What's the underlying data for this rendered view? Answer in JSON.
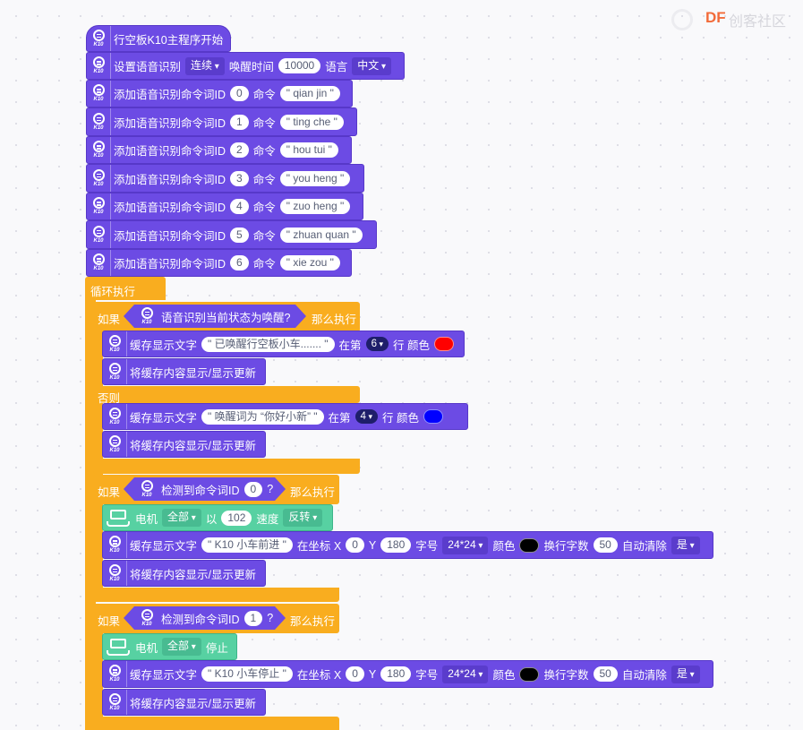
{
  "watermark": {
    "df": "DF",
    "rest": "创客社区"
  },
  "k10_caption": "K10",
  "hat": {
    "label": "行空板K10主程序开始"
  },
  "asr_setup": {
    "label": "设置语音识别",
    "mode": "连续",
    "wake_label": "唤醒时间",
    "wake_time": "10000",
    "lang_label": "语言",
    "lang": "中文"
  },
  "commands": [
    {
      "prefix": "添加语音识别命令词ID",
      "id": "0",
      "cmd_label": "命令",
      "text": "\" qian jin \""
    },
    {
      "prefix": "添加语音识别命令词ID",
      "id": "1",
      "cmd_label": "命令",
      "text": "\" ting che \""
    },
    {
      "prefix": "添加语音识别命令词ID",
      "id": "2",
      "cmd_label": "命令",
      "text": "\" hou tui \""
    },
    {
      "prefix": "添加语音识别命令词ID",
      "id": "3",
      "cmd_label": "命令",
      "text": "\" you heng \""
    },
    {
      "prefix": "添加语音识别命令词ID",
      "id": "4",
      "cmd_label": "命令",
      "text": "\" zuo heng \""
    },
    {
      "prefix": "添加语音识别命令词ID",
      "id": "5",
      "cmd_label": "命令",
      "text": "\" zhuan quan \""
    },
    {
      "prefix": "添加语音识别命令词ID",
      "id": "6",
      "cmd_label": "命令",
      "text": "\" xie zou \""
    }
  ],
  "loop": {
    "label": "循环执行"
  },
  "if_wake": {
    "if_label": "如果",
    "cond": "语音识别当前状态为唤醒?",
    "then_label": "那么执行",
    "else_label": "否则",
    "cache1": {
      "label": "缓存显示文字",
      "text": "\" 已唤醒行空板小车....... \"",
      "row_label": "在第",
      "row": "6",
      "row_suffix": "行 颜色",
      "color": "#ff0000"
    },
    "update1": "将缓存内容显示/显示更新",
    "cache2": {
      "label": "缓存显示文字",
      "text": "\" 唤醒词为 “你好小新” \"",
      "row_label": "在第",
      "row": "4",
      "row_suffix": "行 颜色",
      "color": "#0000ff"
    },
    "update2": "将缓存内容显示/显示更新"
  },
  "if_cmd0": {
    "if_label": "如果",
    "cond": "检测到命令词ID",
    "id": "0",
    "q": "?",
    "then_label": "那么执行",
    "motor": {
      "label": "电机",
      "which": "全部",
      "with_label": "以",
      "speed": "102",
      "speed_label": "速度",
      "dir": "反转"
    },
    "cache": {
      "label": "缓存显示文字",
      "text": "\" K10 小车前进 \"",
      "coord_label": "在坐标 X",
      "x": "0",
      "y_label": "Y",
      "y": "180",
      "size_label": "字号",
      "size": "24*24",
      "color_label": "颜色",
      "color": "#000000",
      "wrap_label": "换行字数",
      "wrap": "50",
      "clear_label": "自动清除",
      "clear": "是"
    },
    "update": "将缓存内容显示/显示更新"
  },
  "if_cmd1": {
    "if_label": "如果",
    "cond": "检测到命令词ID",
    "id": "1",
    "q": "?",
    "then_label": "那么执行",
    "motor": {
      "label": "电机",
      "which": "全部",
      "action": "停止"
    },
    "cache": {
      "label": "缓存显示文字",
      "text": "\" K10 小车停止 \"",
      "coord_label": "在坐标 X",
      "x": "0",
      "y_label": "Y",
      "y": "180",
      "size_label": "字号",
      "size": "24*24",
      "color_label": "颜色",
      "color": "#000000",
      "wrap_label": "换行字数",
      "wrap": "50",
      "clear_label": "自动清除",
      "clear": "是"
    },
    "update": "将缓存内容显示/显示更新"
  }
}
